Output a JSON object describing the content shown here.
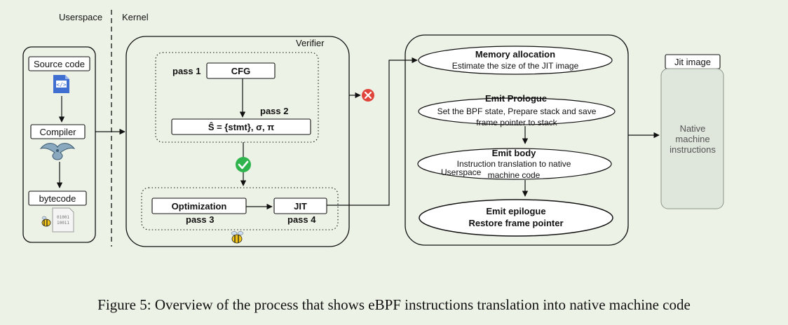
{
  "labels": {
    "userspace": "Userspace",
    "kernel": "Kernel",
    "verifier": "Verifier"
  },
  "left": {
    "source_code": "Source code",
    "compiler": "Compiler",
    "bytecode": "bytecode",
    "file_bits": "01001 10011"
  },
  "verifier": {
    "pass1": "pass 1",
    "cfg": "CFG",
    "pass2": "pass 2",
    "state": "Ŝ = {stmt}, σ, π",
    "optimization": "Optimization",
    "jit": "JIT",
    "pass3": "pass 3",
    "pass4": "pass 4"
  },
  "jit_steps": {
    "memory_title": "Memory allocation",
    "memory_desc": "Estimate the size of the JIT image",
    "prologue_title": "Emit Prologue",
    "prologue_desc1": "Set the BPF state, Prepare stack and save",
    "prologue_desc2": "frame pointer to stack",
    "body_title": "Emit body",
    "body_desc1": "Instruction translation to native",
    "body_desc2": "machine code",
    "body_overlay": "Userspace",
    "epilogue_title": "Emit epilogue",
    "epilogue_desc": "Restore frame pointer"
  },
  "jit_image": {
    "label": "Jit image",
    "line1": "Native",
    "line2": "machine",
    "line3": "instructions"
  },
  "caption": "Figure 5: Overview of the process that shows eBPF instructions translation into native machine code",
  "colors": {
    "background": "#edf2e6",
    "reject": "#e0453c",
    "accept": "#2fb34c",
    "file_icon": "#3f6fd0",
    "image_fill": "#dfe6dc"
  }
}
